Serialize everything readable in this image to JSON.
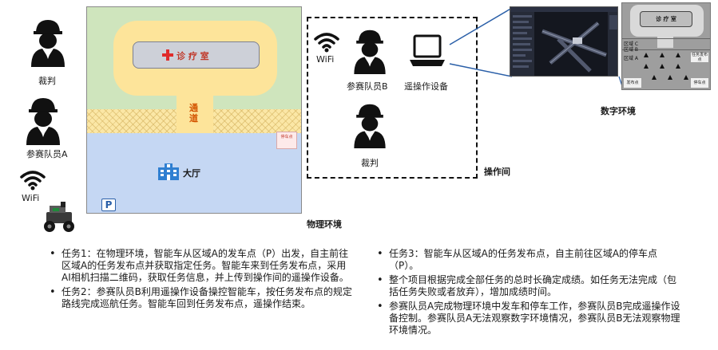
{
  "physical": {
    "clinic_label": "诊 疗 室",
    "corridor_label": "通道",
    "hall_label": "大厅",
    "parking_label": "P",
    "stop_label": "停车点",
    "section_label": "物理环境"
  },
  "left_people": {
    "referee": "裁判",
    "participant_a": "参赛队员A",
    "wifi": "WiFi"
  },
  "operation_room": {
    "wifi": "WiFi",
    "participant_b": "参赛队员B",
    "remote_device": "遥操作设备",
    "referee": "裁判",
    "section_label": "操作间"
  },
  "digital": {
    "section_label": "数字环境",
    "map_clinic": "诊 疗 室",
    "zone_c": "区域 C",
    "zone_b": "区域 B",
    "zone_a": "区域 A",
    "dispatch_b": "任务发布点",
    "dispatch_a": "发布点",
    "stop": "停车点"
  },
  "tasks_left": [
    "任务1：在物理环境，智能车从区域A的发车点（P）出发，自主前往区域A的任务发布点并获取指定任务。智能车来到任务发布点，采用AI相机扫描二维码，获取任务信息，并上传到操作间的遥操作设备。",
    "任务2：参赛队员B利用遥操作设备操控智能车，按任务发布点的规定路线完成巡航任务。智能车回到任务发布点，遥操作结束。"
  ],
  "tasks_right": [
    "任务3：智能车从区域A的任务发布点，自主前往区域A的停车点（P）。",
    "整个项目根据完成全部任务的总时长确定成绩。如任务无法完成（包括任务失败或者放弃），增加成绩时间。",
    "参赛队员A完成物理环境中发车和停车工作，参赛队员B完成遥操作设备控制。参赛队员A无法观察数字环境情况，参赛队员B无法观察物理环境情况。"
  ],
  "colors": {
    "green_zone": "#cfe5bd",
    "yellow_road": "#fde49a",
    "blue_zone": "#c5d7f3",
    "clinic_cross": "#e02b2b"
  }
}
